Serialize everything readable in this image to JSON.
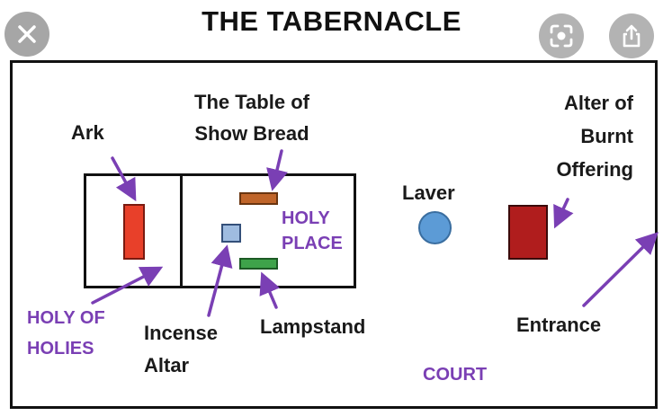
{
  "title": "THE TABERNACLE",
  "controls": {
    "close_icon": "close-icon",
    "scan_icon": "lens-scan-icon",
    "share_icon": "share-icon"
  },
  "labels": {
    "ark": "Ark",
    "table_line1": "The Table of",
    "table_line2": "Show Bread",
    "alter_line1": "Alter of",
    "alter_line2": "Burnt",
    "alter_line3": "Offering",
    "laver": "Laver",
    "holy_place_line1": "HOLY",
    "holy_place_line2": "PLACE",
    "holy_of_holies_line1": "HOLY OF",
    "holy_of_holies_line2": "HOLIES",
    "incense_line1": "Incense",
    "incense_line2": "Altar",
    "lampstand": "Lampstand",
    "entrance": "Entrance",
    "court": "COURT"
  },
  "colors": {
    "label_purple": "#7a3fb4",
    "arrow_purple": "#7a3fb4",
    "ark": "#e8402a",
    "table": "#c0652a",
    "incense_altar": "#9fbce0",
    "lampstand": "#3ea34a",
    "laver": "#5c9bd6",
    "burnt_offering_altar": "#b01d1d"
  }
}
